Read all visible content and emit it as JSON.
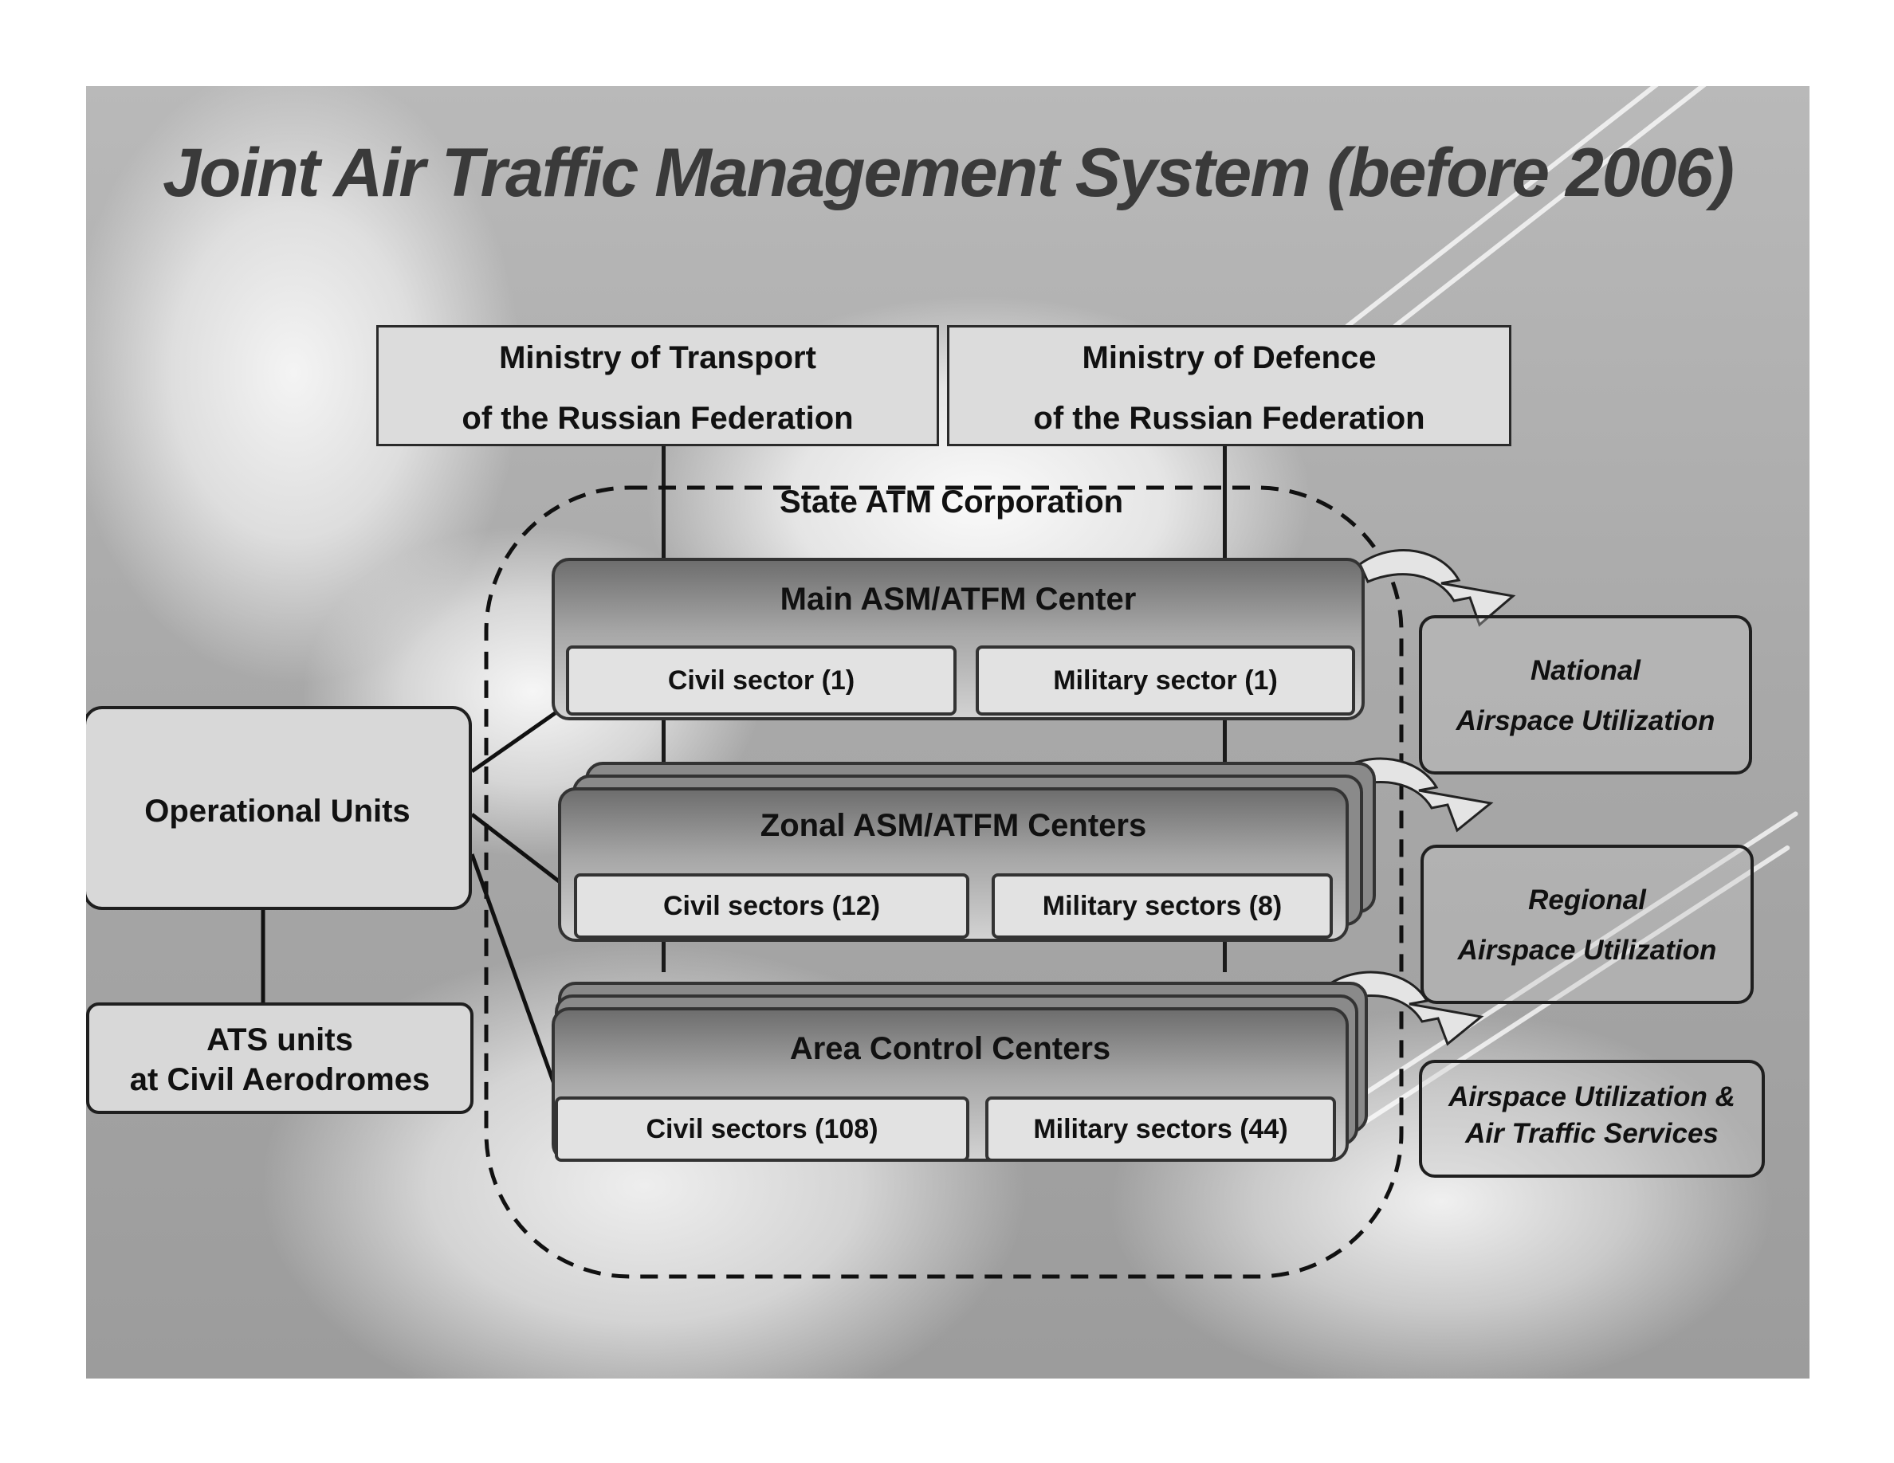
{
  "title": "Joint Air Traffic Management System (before 2006)",
  "ministries": {
    "transport": [
      "Ministry of Transport",
      "of the Russian Federation"
    ],
    "defence": [
      "Ministry of Defence",
      "of the Russian Federation"
    ]
  },
  "corporation_label": "State ATM Corporation",
  "centers": {
    "main": {
      "title": "Main ASM/ATFM  Center",
      "civil": "Civil sector (1)",
      "military": "Military sector (1)"
    },
    "zonal": {
      "title": "Zonal ASM/ATFM Centers",
      "civil": "Civil sectors (12)",
      "military": "Military sectors (8)"
    },
    "area": {
      "title": "Area Control Centers",
      "civil": "Civil sectors (108)",
      "military": "Military sectors (44)"
    }
  },
  "operational_units": "Operational Units",
  "ats_units": [
    "ATS units",
    "at Civil Aerodromes"
  ],
  "utilization": {
    "national": [
      "National",
      "Airspace Utilization"
    ],
    "regional": [
      "Regional",
      "Airspace Utilization"
    ],
    "services": [
      "Airspace Utilization &",
      "Air Traffic Services"
    ]
  }
}
